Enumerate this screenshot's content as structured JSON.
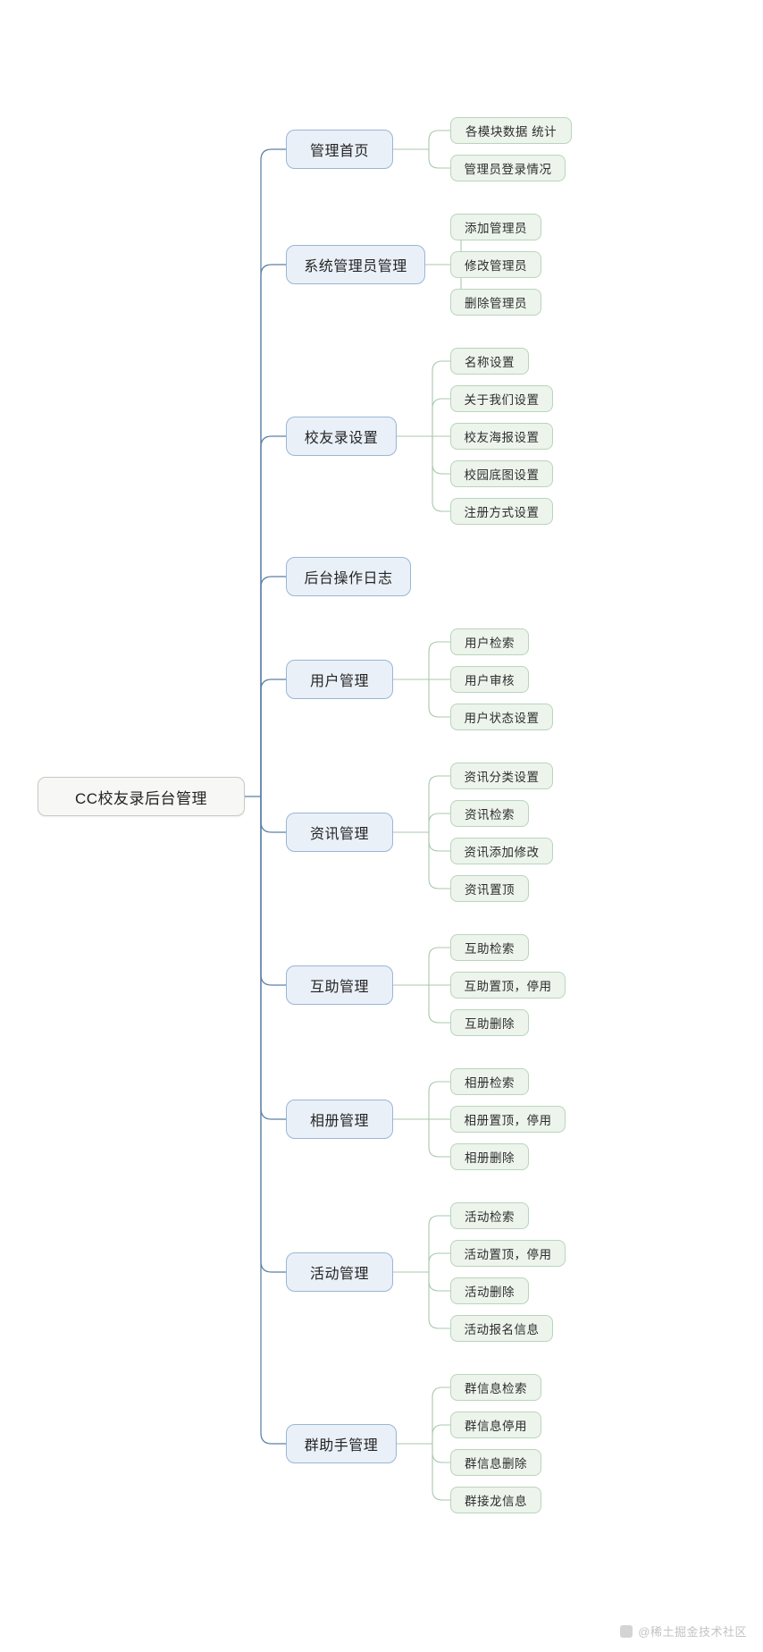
{
  "diagram": {
    "type": "mindmap",
    "orientation": "left-to-right",
    "title": "CC校友录后台管理",
    "colors": {
      "root_fill": "#f7f7f5",
      "root_border": "#c9c9c4",
      "level1_fill": "#eaf0f8",
      "level1_border": "#9ab6d4",
      "level2_fill": "#ecf4ec",
      "level2_border": "#b9d5bb",
      "edge_level1": "#5b7fa6",
      "edge_level2": "#a9c8ad",
      "background": "#ffffff",
      "watermark": "#c3c3c3"
    }
  },
  "root": {
    "label": "CC校友录后台管理"
  },
  "branches": [
    {
      "label": "管理首页",
      "children": [
        {
          "label": "各模块数据 统计"
        },
        {
          "label": "管理员登录情况"
        }
      ]
    },
    {
      "label": "系统管理员管理",
      "children": [
        {
          "label": "添加管理员"
        },
        {
          "label": "修改管理员"
        },
        {
          "label": "删除管理员"
        }
      ]
    },
    {
      "label": "校友录设置",
      "children": [
        {
          "label": "名称设置"
        },
        {
          "label": "关于我们设置"
        },
        {
          "label": "校友海报设置"
        },
        {
          "label": "校园底图设置"
        },
        {
          "label": "注册方式设置"
        }
      ]
    },
    {
      "label": "后台操作日志",
      "children": []
    },
    {
      "label": "用户管理",
      "children": [
        {
          "label": "用户检索"
        },
        {
          "label": "用户审核"
        },
        {
          "label": "用户状态设置"
        }
      ]
    },
    {
      "label": "资讯管理",
      "children": [
        {
          "label": "资讯分类设置"
        },
        {
          "label": "资讯检索"
        },
        {
          "label": "资讯添加修改"
        },
        {
          "label": "资讯置顶"
        }
      ]
    },
    {
      "label": "互助管理",
      "children": [
        {
          "label": "互助检索"
        },
        {
          "label": "互助置顶，停用"
        },
        {
          "label": "互助删除"
        }
      ]
    },
    {
      "label": "相册管理",
      "children": [
        {
          "label": "相册检索"
        },
        {
          "label": "相册置顶，停用"
        },
        {
          "label": "相册删除"
        }
      ]
    },
    {
      "label": "活动管理",
      "children": [
        {
          "label": "活动检索"
        },
        {
          "label": "活动置顶，停用"
        },
        {
          "label": "活动删除"
        },
        {
          "label": "活动报名信息"
        }
      ]
    },
    {
      "label": "群助手管理",
      "children": [
        {
          "label": "群信息检索"
        },
        {
          "label": "群信息停用"
        },
        {
          "label": "群信息删除"
        },
        {
          "label": "群接龙信息"
        }
      ]
    }
  ],
  "watermark": {
    "text": "@稀土掘金技术社区"
  }
}
